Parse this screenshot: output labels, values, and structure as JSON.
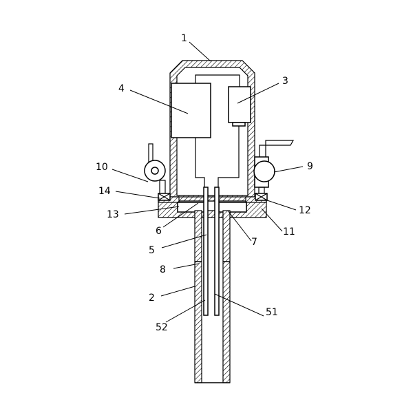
{
  "labels": {
    "l1": "1",
    "l2": "2",
    "l3": "3",
    "l4": "4",
    "l5": "5",
    "l51": "51",
    "l52": "52",
    "l6": "6",
    "l7": "7",
    "l8": "8",
    "l9": "9",
    "l10": "10",
    "l11": "11",
    "l12": "12",
    "l13": "13",
    "l14": "14"
  }
}
